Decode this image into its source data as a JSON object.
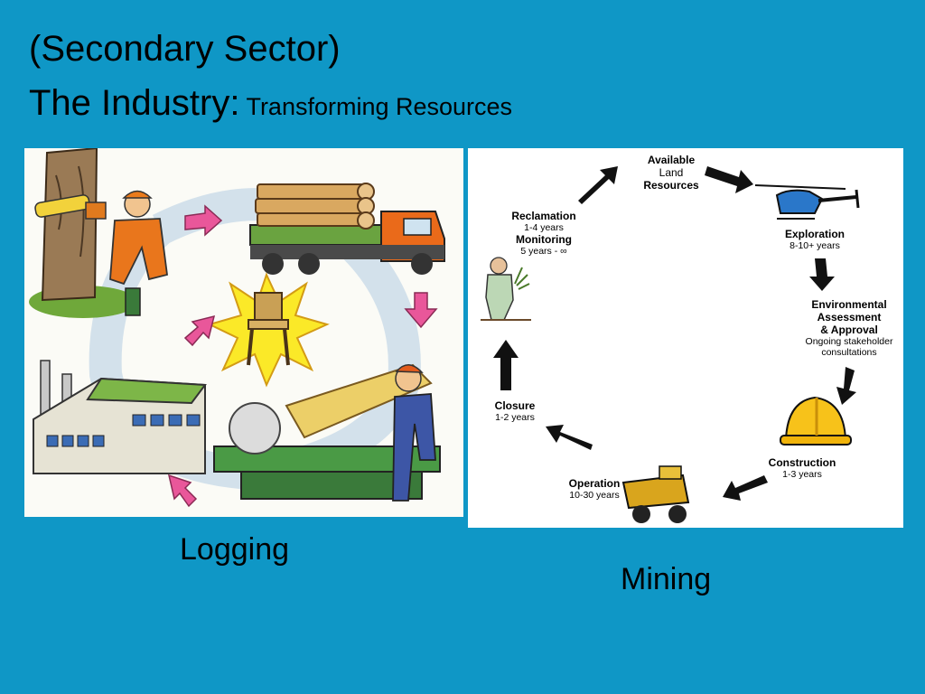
{
  "slide": {
    "title_line1": "(Secondary Sector)",
    "title_line2_main": "The Industry:",
    "title_line2_sub": " Transforming Resources"
  },
  "logging": {
    "caption": "Logging"
  },
  "mining": {
    "caption": "Mining",
    "stages": {
      "available_line1": "Available",
      "available_line2": "Land",
      "available_line3": "Resources",
      "exploration_name": "Exploration",
      "exploration_duration": "8-10+ years",
      "env_line1": "Environmental",
      "env_line2": "Assessment",
      "env_line3": "& Approval",
      "env_line4": "Ongoing stakeholder",
      "env_line5": "consultations",
      "construction_name": "Construction",
      "construction_duration": "1-3 years",
      "operation_name": "Operation",
      "operation_duration": "10-30 years",
      "closure_name": "Closure",
      "closure_duration": "1-2 years",
      "reclamation_name": "Reclamation",
      "reclamation_duration": "1-4 years",
      "monitoring_name": "Monitoring",
      "monitoring_duration": "5 years - ∞"
    }
  },
  "colors": {
    "background": "#0f97c6",
    "arrow_pink": "#e9579a",
    "arrow_black": "#111111",
    "helicopter": "#2a77c9",
    "hard_hat": "#f7c21a",
    "haul_truck": "#d9a51d"
  }
}
